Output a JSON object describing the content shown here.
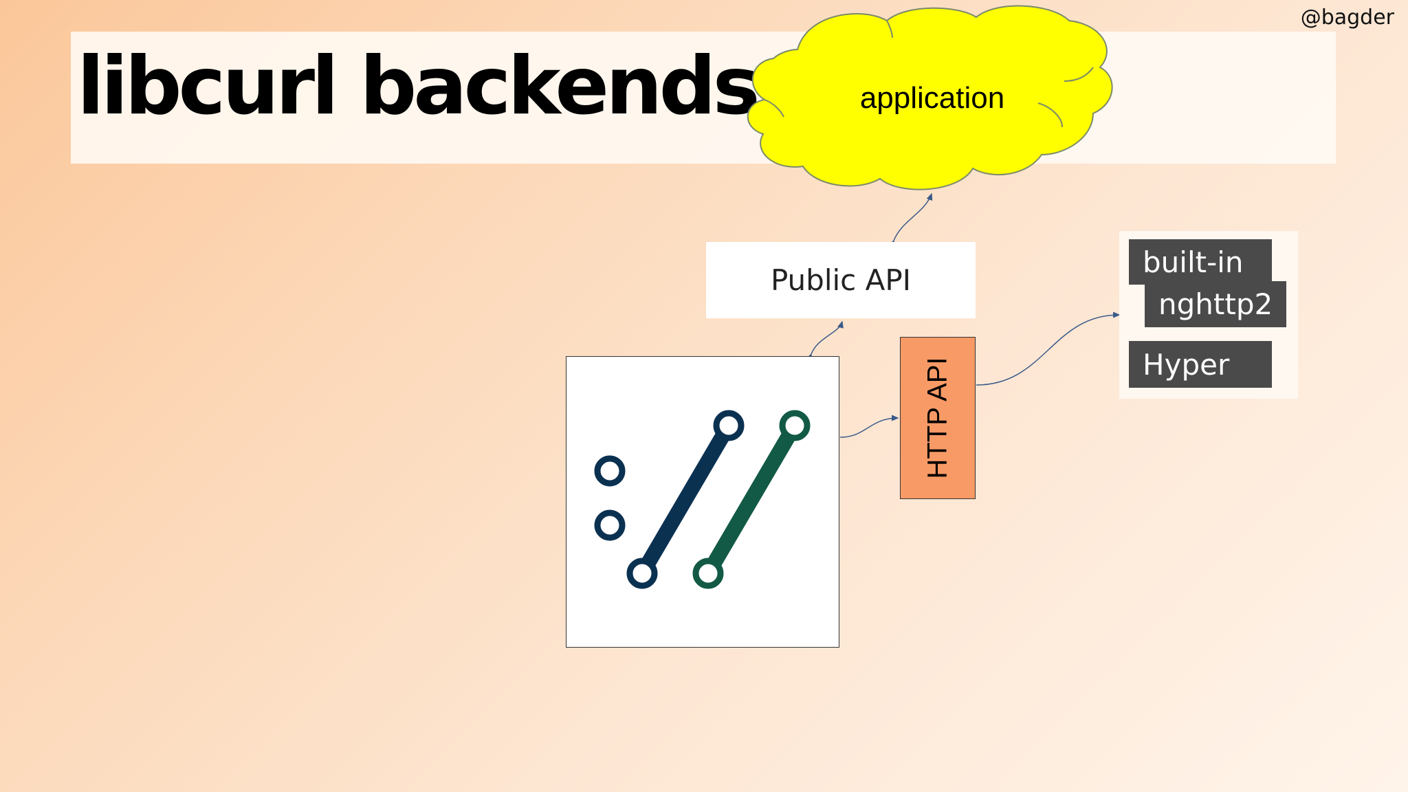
{
  "slide": {
    "title": "libcurl backends",
    "handle": "@bagder"
  },
  "diagram": {
    "cloud_label": "application",
    "public_api_label": "Public API",
    "http_api_label": "HTTP API",
    "backends": [
      "built-in",
      "nghttp2",
      "Hyper"
    ]
  },
  "colors": {
    "cloud_fill": "#ffff00",
    "http_api_fill": "#f79a66",
    "backend_fill": "#4a4a4a",
    "logo_dark_blue": "#0b3151",
    "logo_green": "#125a45",
    "connector": "#3a5a8a"
  },
  "icons": {
    "logo": "curl-logo-icon"
  }
}
